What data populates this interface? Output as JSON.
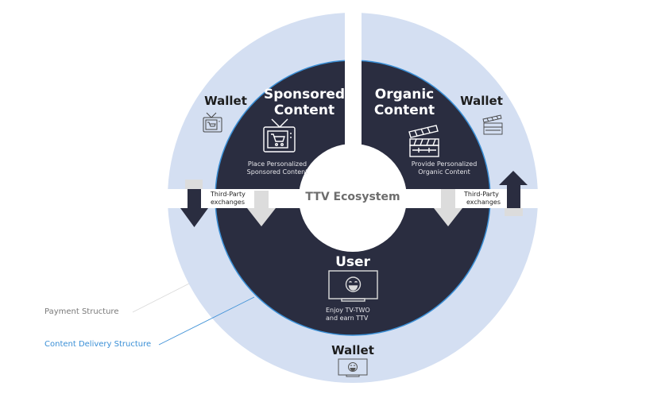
{
  "colors": {
    "outer_ring": "#d4dff2",
    "inner_ring": "#2a2d40",
    "ring_edge": "#3a8fd6",
    "band": "#ffffff",
    "arrow_dark": "#2a2d40",
    "arrow_light": "#dcdcdc",
    "payment_line": "#cfcfcf",
    "delivery_line": "#3a8fd6",
    "payment_text": "#7a7a7a",
    "delivery_text": "#3a8fd6"
  },
  "center": {
    "label": "TTV Ecosystem"
  },
  "sections": {
    "sponsored": {
      "title_line1": "Sponsored",
      "title_line2": "Content",
      "icon": "tv-shopping-cart-icon",
      "desc_line1": "Place Personalized",
      "desc_line2": "Sponsored Content"
    },
    "organic": {
      "title_line1": "Organic",
      "title_line2": "Content",
      "icon": "clapperboard-icon",
      "desc_line1": "Provide Personalized",
      "desc_line2": "Organic Content"
    },
    "user": {
      "title": "User",
      "icon": "tv-smiley-icon",
      "desc_line1": "Enjoy TV-TWO",
      "desc_line2": "and earn TTV"
    }
  },
  "wallets": {
    "left": {
      "label": "Wallet",
      "icon": "tv-shopping-cart-icon"
    },
    "right": {
      "label": "Wallet",
      "icon": "clapperboard-icon"
    },
    "bottom": {
      "label": "Wallet",
      "icon": "tv-smiley-icon"
    }
  },
  "exchanges": {
    "left": {
      "line1": "Third-Party",
      "line2": "exchanges"
    },
    "right": {
      "line1": "Third-Party",
      "line2": "exchanges"
    }
  },
  "legend": {
    "payment": "Payment Structure",
    "delivery": "Content Delivery Structure"
  }
}
